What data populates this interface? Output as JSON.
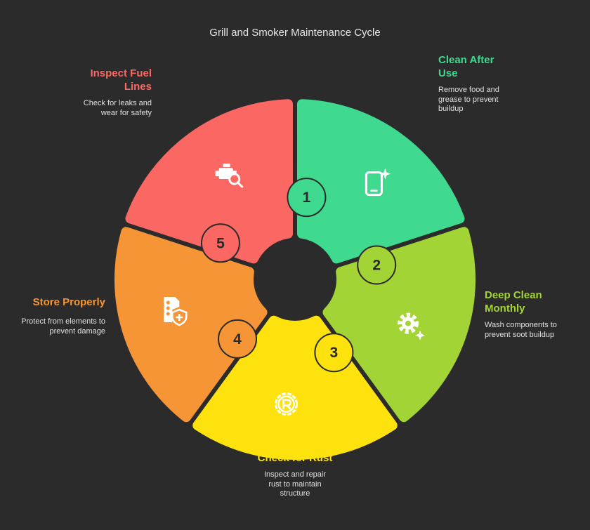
{
  "title": "Grill and Smoker Maintenance Cycle",
  "steps": [
    {
      "number": "1",
      "heading": "Clean After Use",
      "description": "Remove food and grease to prevent buildup",
      "color": "#3fd98f",
      "icon": "phone-sparkle-icon"
    },
    {
      "number": "2",
      "heading": "Deep Clean Monthly",
      "description": "Wash components to prevent soot buildup",
      "color": "#a3d435",
      "icon": "gear-sparkle-icon"
    },
    {
      "number": "3",
      "heading": "Check for Rust",
      "description": "Inspect and repair rust to maintain structure",
      "color": "#fde20e",
      "icon": "registered-badge-icon"
    },
    {
      "number": "4",
      "heading": "Store Properly",
      "description": "Protect from elements to prevent damage",
      "color": "#f59536",
      "icon": "document-shield-icon"
    },
    {
      "number": "5",
      "heading": "Inspect Fuel Lines",
      "description": "Check for leaks and wear for safety",
      "color": "#fb6864",
      "icon": "engine-search-icon"
    }
  ]
}
